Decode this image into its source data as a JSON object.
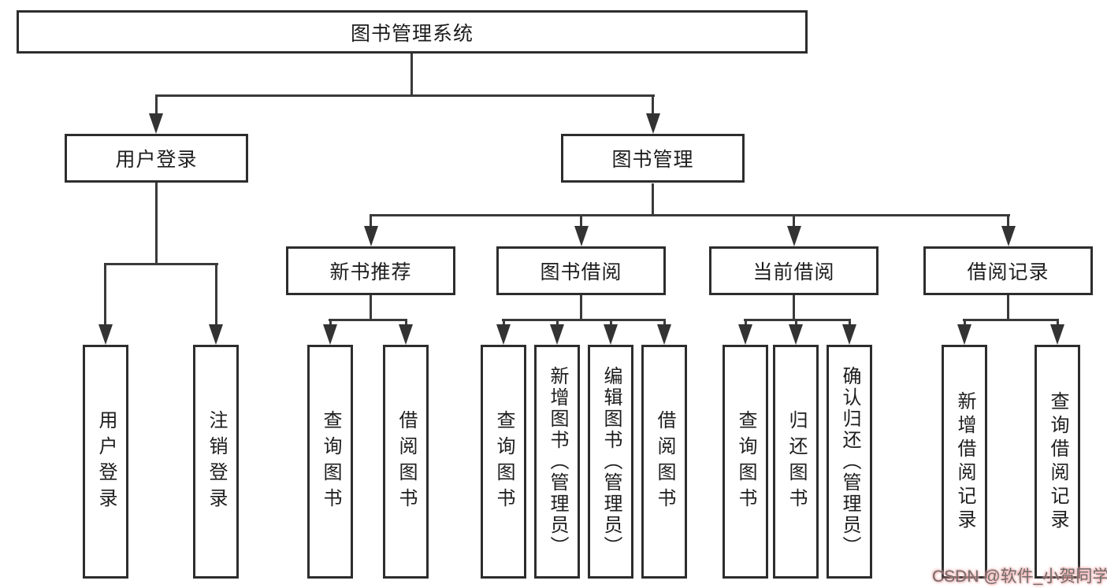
{
  "diagram": {
    "root": {
      "label": "图书管理系统"
    },
    "level2": [
      {
        "label": "用户登录"
      },
      {
        "label": "图书管理"
      }
    ],
    "level3": [
      {
        "label": "新书推荐",
        "parent": "图书管理"
      },
      {
        "label": "图书借阅",
        "parent": "图书管理"
      },
      {
        "label": "当前借阅",
        "parent": "图书管理"
      },
      {
        "label": "借阅记录",
        "parent": "图书管理"
      }
    ],
    "leaves": [
      {
        "label": "用户登录",
        "parent": "用户登录"
      },
      {
        "label": "注销登录",
        "parent": "用户登录"
      },
      {
        "label": "查询图书",
        "parent": "新书推荐"
      },
      {
        "label": "借阅图书",
        "parent": "新书推荐"
      },
      {
        "label": "查询图书",
        "parent": "图书借阅"
      },
      {
        "label": "新增图书（管理员）",
        "parent": "图书借阅"
      },
      {
        "label": "编辑图书（管理员）",
        "parent": "图书借阅"
      },
      {
        "label": "借阅图书",
        "parent": "图书借阅"
      },
      {
        "label": "查询图书",
        "parent": "当前借阅"
      },
      {
        "label": "归还图书",
        "parent": "当前借阅"
      },
      {
        "label": "确认归还（管理员）",
        "parent": "当前借阅"
      },
      {
        "label": "新增借阅记录",
        "parent": "借阅记录"
      },
      {
        "label": "查询借阅记录",
        "parent": "借阅记录"
      }
    ],
    "watermark": "CSDN @软件_小贺同学",
    "colors": {
      "line": "#3a3a3a",
      "border": "#2d2d2d",
      "box_bg": "#ffffff",
      "text": "#1d1d1d",
      "watermark_text": "#6e6e6e",
      "watermark_glow": "#f3a0a0"
    }
  }
}
